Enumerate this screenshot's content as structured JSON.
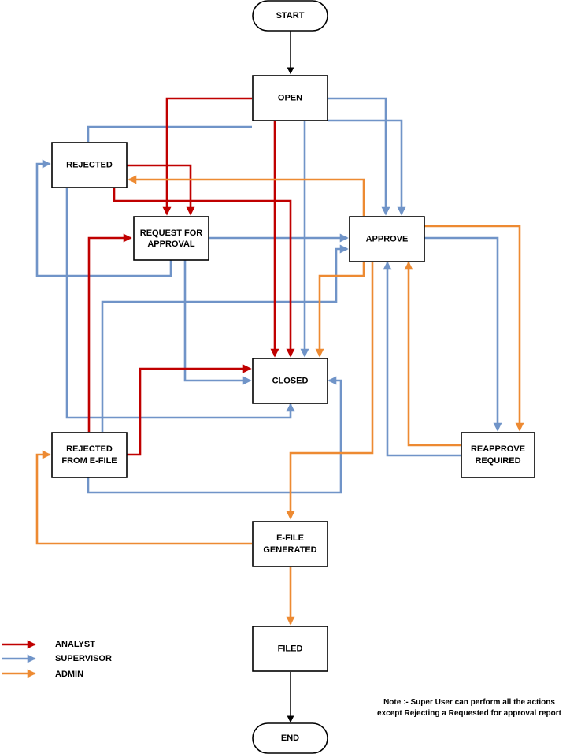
{
  "colors": {
    "analyst": "#C00000",
    "supervisor": "#7094C8",
    "admin": "#ED8A32",
    "flow": "#000000"
  },
  "nodes": {
    "start": "START",
    "open": "OPEN",
    "rejected": "REJECTED",
    "request_for_approval": [
      "REQUEST FOR",
      "APPROVAL"
    ],
    "approve": "APPROVE",
    "closed": "CLOSED",
    "rejected_from_efile": [
      "REJECTED",
      "FROM E-FILE"
    ],
    "reapprove_required": [
      "REAPPROVE",
      "REQUIRED"
    ],
    "efile_generated": [
      "E-FILE",
      "GENERATED"
    ],
    "filed": "FILED",
    "end": "END"
  },
  "legend": [
    {
      "label": "ANALYST",
      "role": "analyst"
    },
    {
      "label": "SUPERVISOR",
      "role": "supervisor"
    },
    {
      "label": "ADMIN",
      "role": "admin"
    }
  ],
  "note": [
    "Note :- Super User can perform all the actions",
    "except Rejecting a Requested for approval report"
  ]
}
